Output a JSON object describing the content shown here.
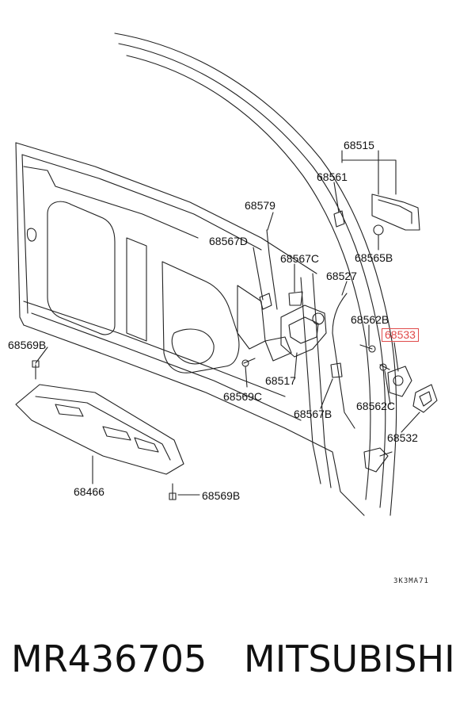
{
  "diagram": {
    "callouts": [
      {
        "id": "68515",
        "text": "68515"
      },
      {
        "id": "68561",
        "text": "68561"
      },
      {
        "id": "68579",
        "text": "68579"
      },
      {
        "id": "68567D",
        "text": "68567D"
      },
      {
        "id": "68567C",
        "text": "68567C"
      },
      {
        "id": "68565B",
        "text": "68565B"
      },
      {
        "id": "68527",
        "text": "68527"
      },
      {
        "id": "68562B",
        "text": "68562B"
      },
      {
        "id": "68533",
        "text": "68533",
        "highlighted": true
      },
      {
        "id": "68569B-top",
        "text": "68569B"
      },
      {
        "id": "68517",
        "text": "68517"
      },
      {
        "id": "68569C",
        "text": "68569C"
      },
      {
        "id": "68562C",
        "text": "68562C"
      },
      {
        "id": "68567B",
        "text": "68567B"
      },
      {
        "id": "68532",
        "text": "68532"
      },
      {
        "id": "68466",
        "text": "68466"
      },
      {
        "id": "68569B-bottom",
        "text": "68569B"
      }
    ],
    "drawing_code": "3K3MA71",
    "highlight_color": "#e04a4a"
  },
  "caption": {
    "part_number": "MR436705",
    "brand": "MITSUBISHI"
  }
}
